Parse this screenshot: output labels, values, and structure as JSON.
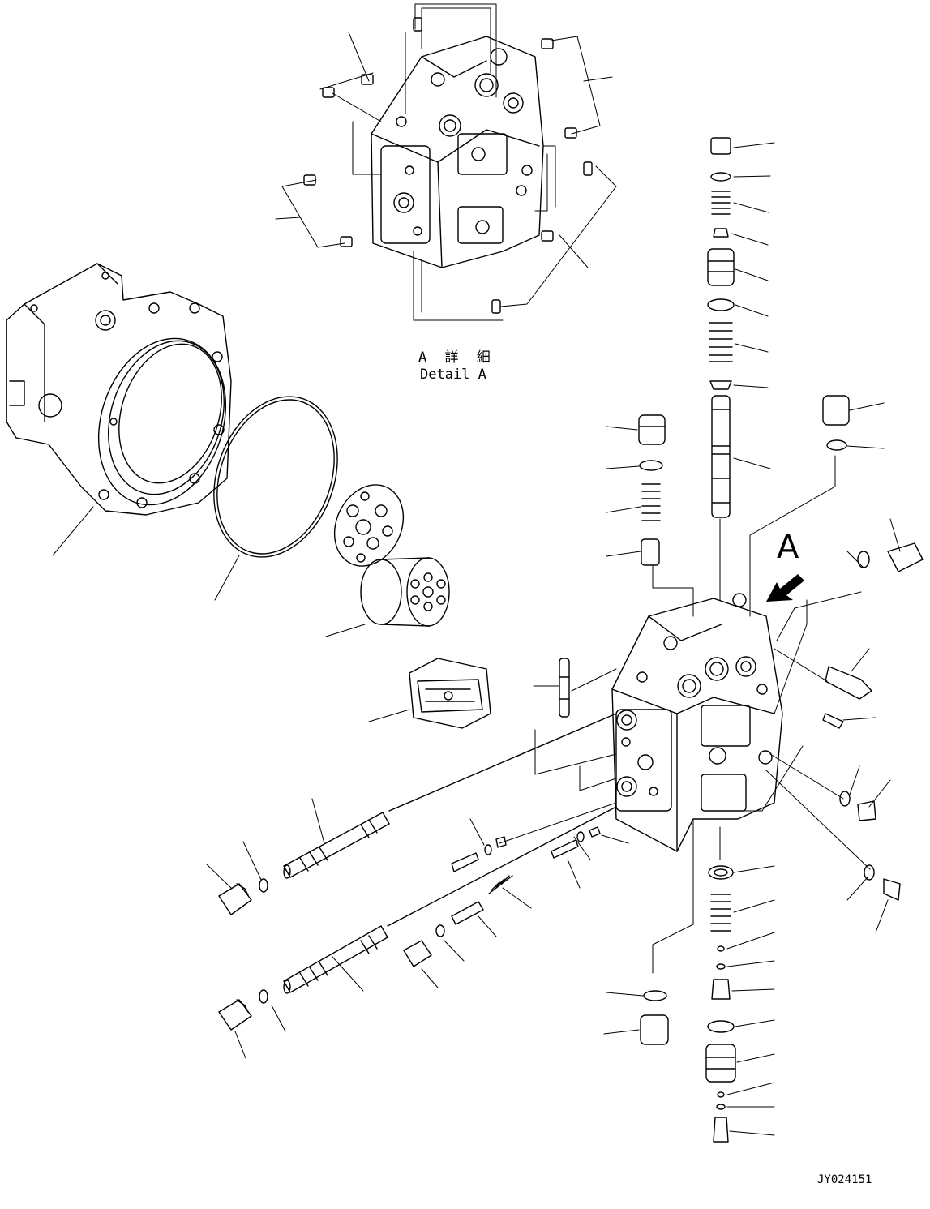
{
  "view_marker": "A",
  "detail_caption_jp": "A 詳 細",
  "detail_caption_en": "Detail A",
  "drawing_code": "JY024151",
  "colors": {
    "line": "#000000",
    "background": "#ffffff"
  }
}
